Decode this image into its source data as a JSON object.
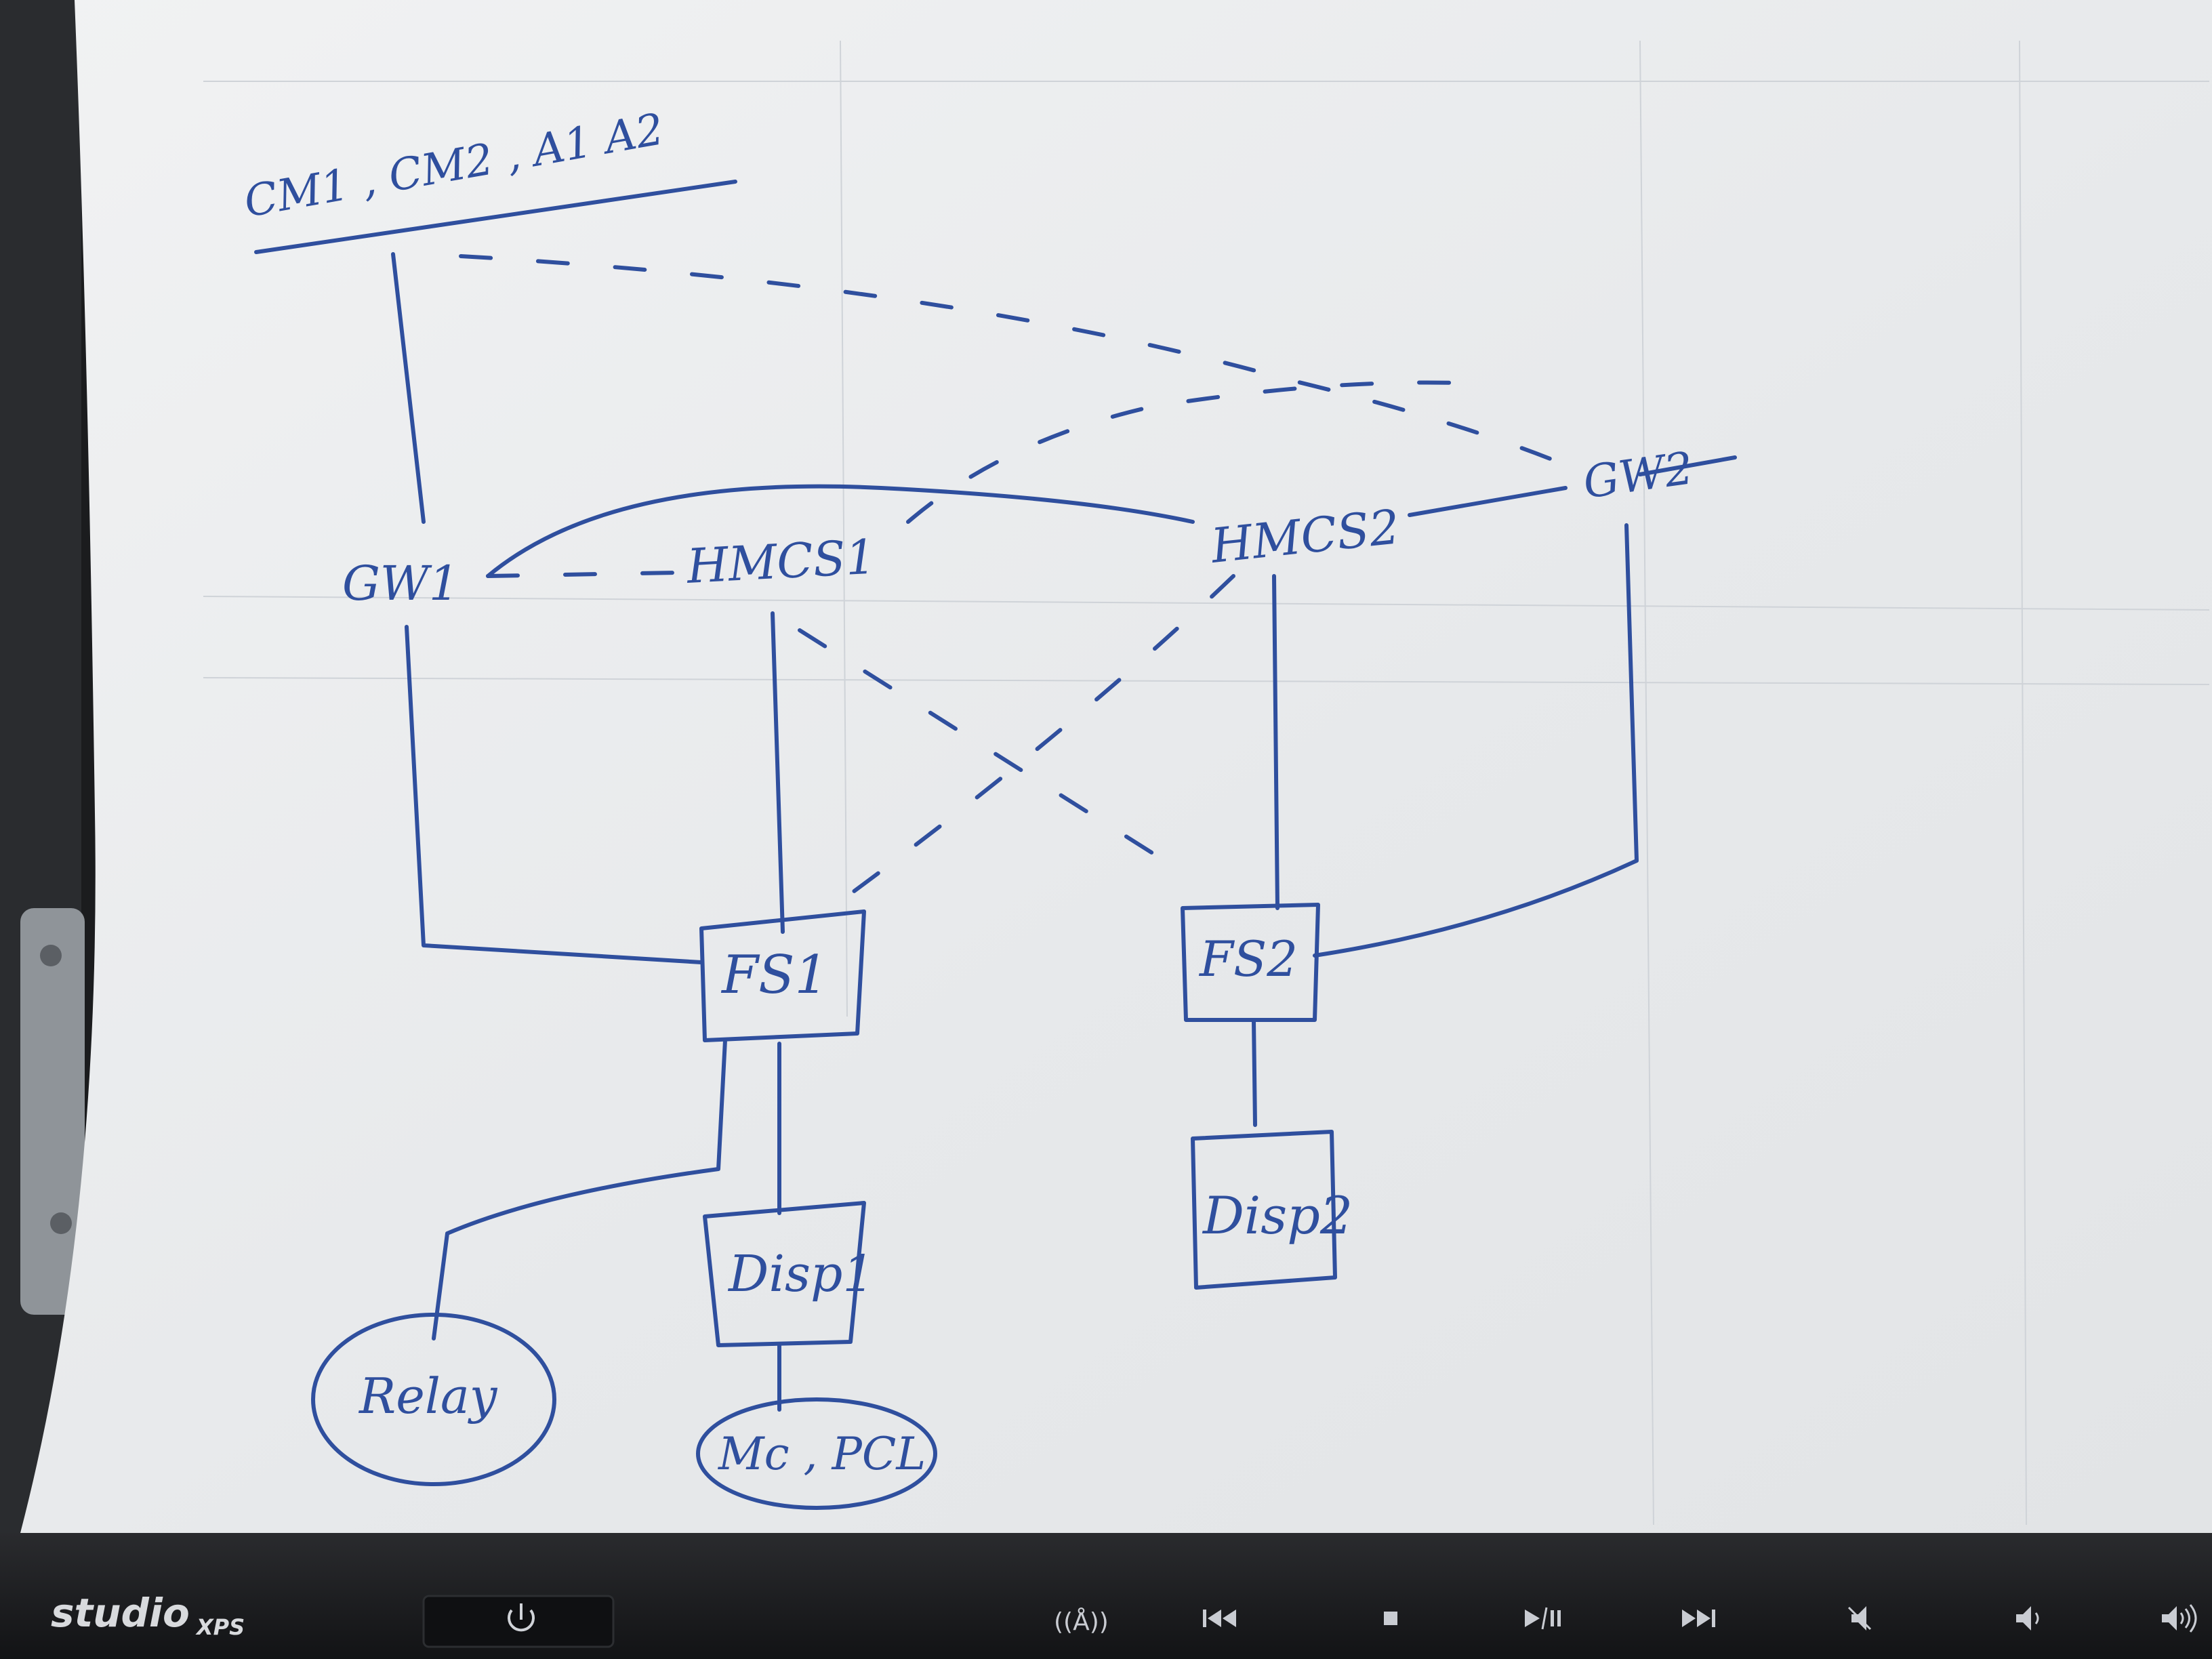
{
  "diagram": {
    "top_labels": "CM1 , CM2 , A1  A2",
    "nodes": {
      "gw1": "GW1",
      "hmcs1": "HMCS1",
      "hmcs2": "HMCS2",
      "gw2": "GW2",
      "fs1": "FS1",
      "fs2": "FS2",
      "disp1": "Disp1",
      "disp2": "Disp2",
      "relay": "Relay",
      "mc_pcl": "Mc , PCL"
    }
  },
  "monitor": {
    "brand": "studio",
    "brand_sub": "XPS",
    "icons": [
      "power-icon",
      "wireless-icon",
      "previous-track-icon",
      "stop-icon",
      "play-pause-icon",
      "next-track-icon",
      "mute-icon",
      "volume-down-icon",
      "volume-up-icon"
    ],
    "colors": {
      "ink": "#2f4f9e",
      "paper": "#eceeef",
      "bezel": "#1b1c1e"
    }
  }
}
